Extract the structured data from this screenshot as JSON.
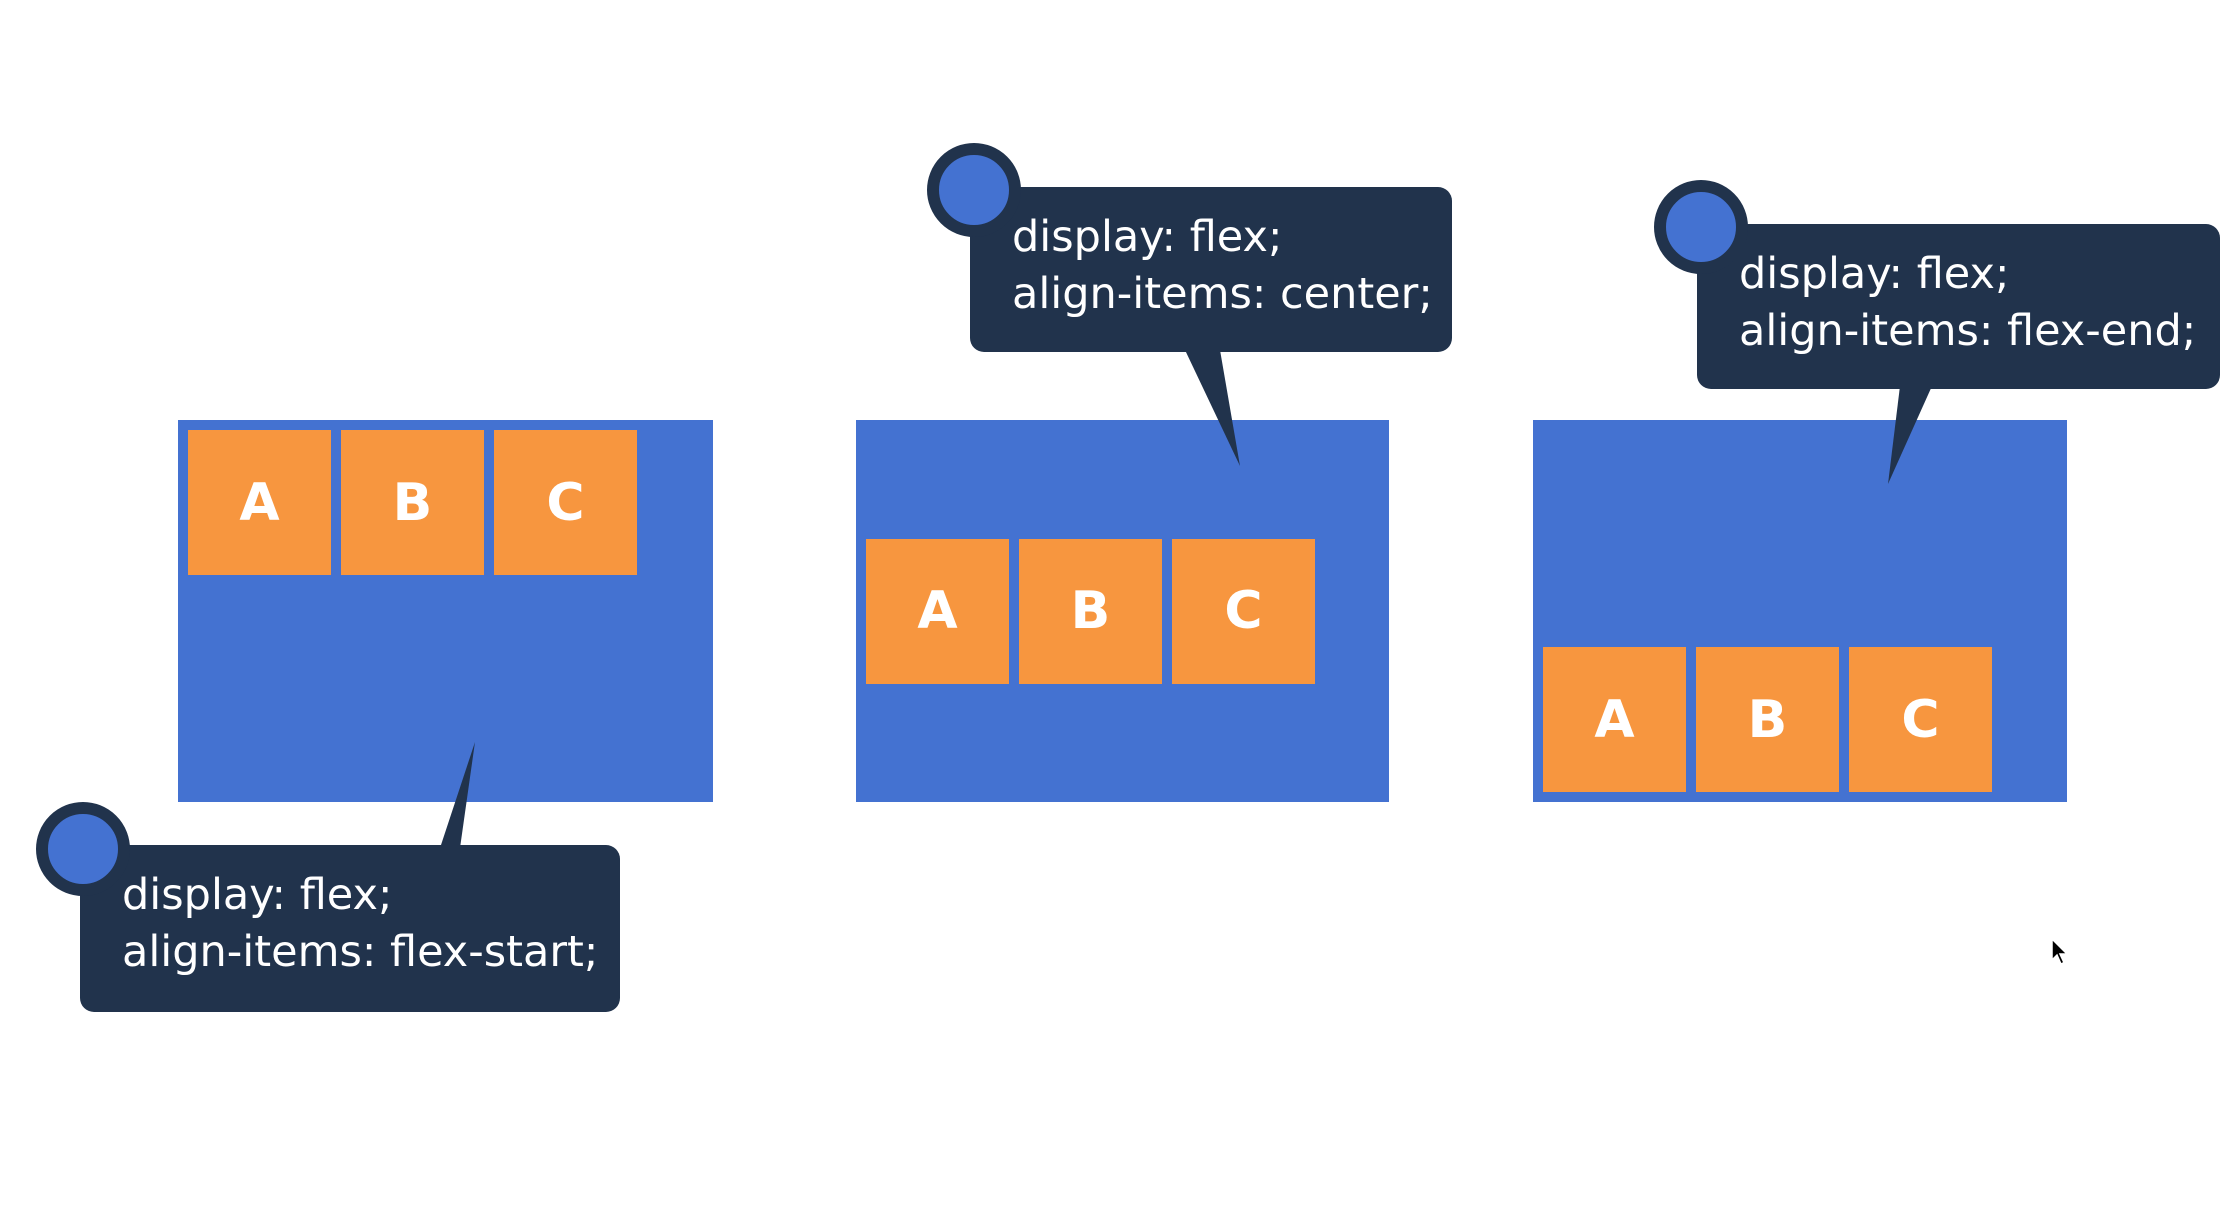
{
  "colors": {
    "container": "#4472d1",
    "item": "#f7963f",
    "bubble": "#21334c",
    "text": "#ffffff",
    "background": "#ffffff"
  },
  "examples": [
    {
      "items": [
        "A",
        "B",
        "C"
      ],
      "code": [
        "display: flex;",
        "align-items: flex-start;"
      ]
    },
    {
      "items": [
        "A",
        "B",
        "C"
      ],
      "code": [
        "display: flex;",
        "align-items: center;"
      ]
    },
    {
      "items": [
        "A",
        "B",
        "C"
      ],
      "code": [
        "display: flex;",
        "align-items: flex-end;"
      ]
    }
  ],
  "icons": {
    "bubble_marker": "circle-marker-icon",
    "cursor": "mouse-cursor-icon"
  }
}
